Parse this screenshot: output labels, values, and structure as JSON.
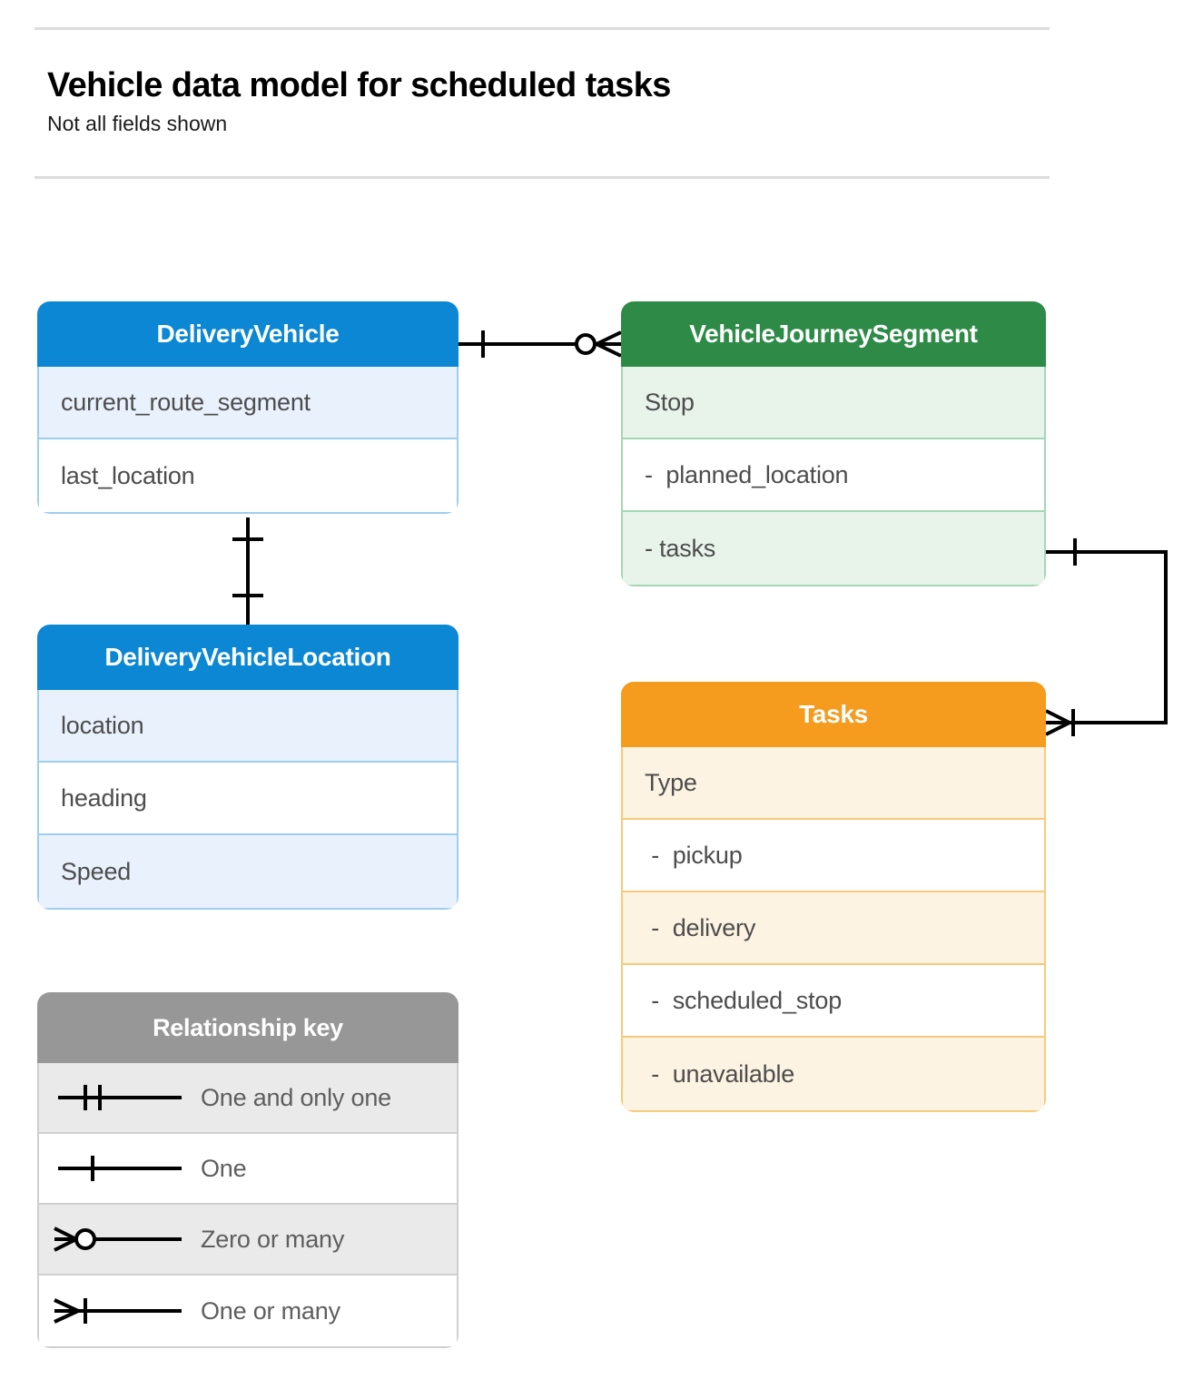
{
  "header": {
    "title": "Vehicle data model for scheduled tasks",
    "subtitle": "Not all fields shown"
  },
  "colors": {
    "blue_header": "#0b87d3",
    "blue_row_alt": "#e9f2fc",
    "blue_border": "#9ecdf2",
    "green_header": "#2e8b47",
    "green_row_alt": "#e8f4ea",
    "green_border": "#a5d6b4",
    "orange_header": "#f59b1e",
    "orange_row_alt": "#fdf3e2",
    "orange_border": "#f8c97a",
    "gray_header": "#979797",
    "gray_row_alt": "#eaeaea",
    "gray_border": "#cfcfcf",
    "connector_line": "#000000",
    "rule": "#dcdcdc",
    "field_text": "#4d4d4d"
  },
  "entities": [
    {
      "name": "DeliveryVehicle",
      "theme": "blue",
      "fields": [
        {
          "label": "current_route_segment"
        },
        {
          "label": "last_location"
        }
      ]
    },
    {
      "name": "VehicleJourneySegment",
      "theme": "green",
      "fields": [
        {
          "label": "Stop"
        },
        {
          "label": "-  planned_location"
        },
        {
          "label": "- tasks"
        }
      ]
    },
    {
      "name": "DeliveryVehicleLocation",
      "theme": "blue",
      "fields": [
        {
          "label": "location"
        },
        {
          "label": "heading"
        },
        {
          "label": "Speed"
        }
      ]
    },
    {
      "name": "Tasks",
      "theme": "orange",
      "fields": [
        {
          "label": "Type"
        },
        {
          "label": " -  pickup"
        },
        {
          "label": " -  delivery"
        },
        {
          "label": " -  scheduled_stop"
        },
        {
          "label": " -  unavailable"
        }
      ]
    }
  ],
  "legend": {
    "title": "Relationship key",
    "rows": [
      {
        "glyph": "one-and-only-one-icon",
        "label": "One and only one"
      },
      {
        "glyph": "one-icon",
        "label": "One"
      },
      {
        "glyph": "zero-or-many-icon",
        "label": "Zero or many"
      },
      {
        "glyph": "one-or-many-icon",
        "label": "One or many"
      }
    ]
  },
  "relationships": [
    {
      "from": "DeliveryVehicle",
      "to": "VehicleJourneySegment",
      "from_cardinality": "One",
      "to_cardinality": "Zero or many"
    },
    {
      "from": "DeliveryVehicle",
      "to": "DeliveryVehicleLocation",
      "from_cardinality": "One",
      "to_cardinality": "One"
    },
    {
      "from": "VehicleJourneySegment.tasks",
      "to": "Tasks",
      "from_cardinality": "One",
      "to_cardinality": "One or many"
    }
  ]
}
